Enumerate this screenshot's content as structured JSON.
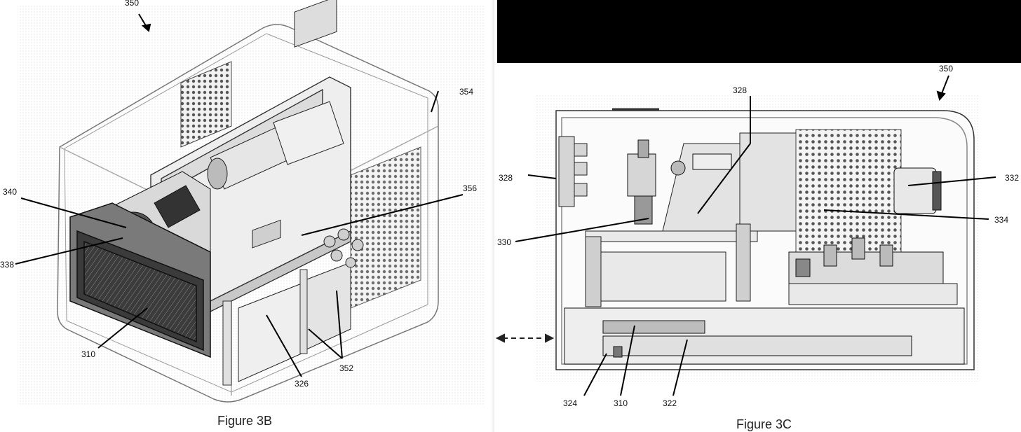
{
  "figure_b": {
    "caption": "Figure 3B",
    "labels": {
      "l350": "350",
      "l354": "354",
      "l340": "340",
      "l338": "338",
      "l356": "356",
      "l310": "310",
      "l326": "326",
      "l352": "352"
    }
  },
  "figure_c": {
    "caption": "Figure 3C",
    "labels": {
      "l350": "350",
      "l328_top": "328",
      "l328_left": "328",
      "l332": "332",
      "l330": "330",
      "l334": "334",
      "l324": "324",
      "l310": "310",
      "l322": "322"
    }
  }
}
